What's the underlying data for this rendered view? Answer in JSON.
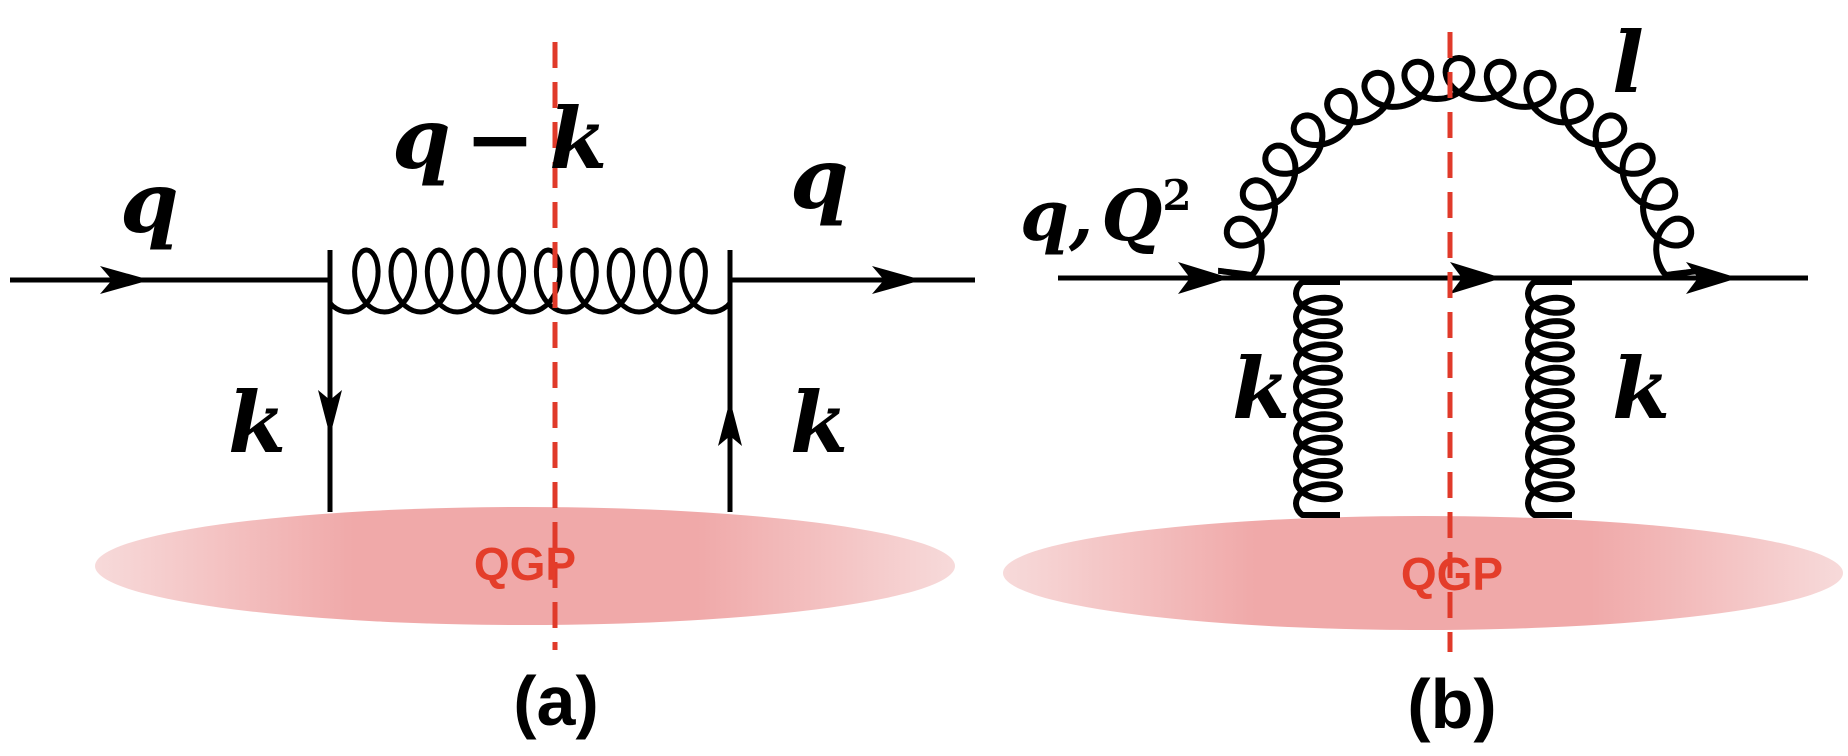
{
  "colors": {
    "line": "#000000",
    "cut": "#e03a2a",
    "blob": "#f0aaaa",
    "qgp_text": "#e43d2a"
  },
  "panel_a": {
    "incoming_label": "q",
    "gluon_label_q": "q",
    "gluon_label_op": "−",
    "gluon_label_k": "k",
    "outgoing_label": "q",
    "left_exchange_label": "k",
    "right_exchange_label": "k",
    "medium_label": "QGP",
    "caption": "(a)"
  },
  "panel_b": {
    "incoming_label_q": "q,",
    "incoming_label_Q": "Q",
    "incoming_label_exp": "2",
    "emitted_gluon_label": "l",
    "left_exchange_label": "k",
    "right_exchange_label": "k",
    "medium_label": "QGP",
    "caption": "(b)"
  }
}
